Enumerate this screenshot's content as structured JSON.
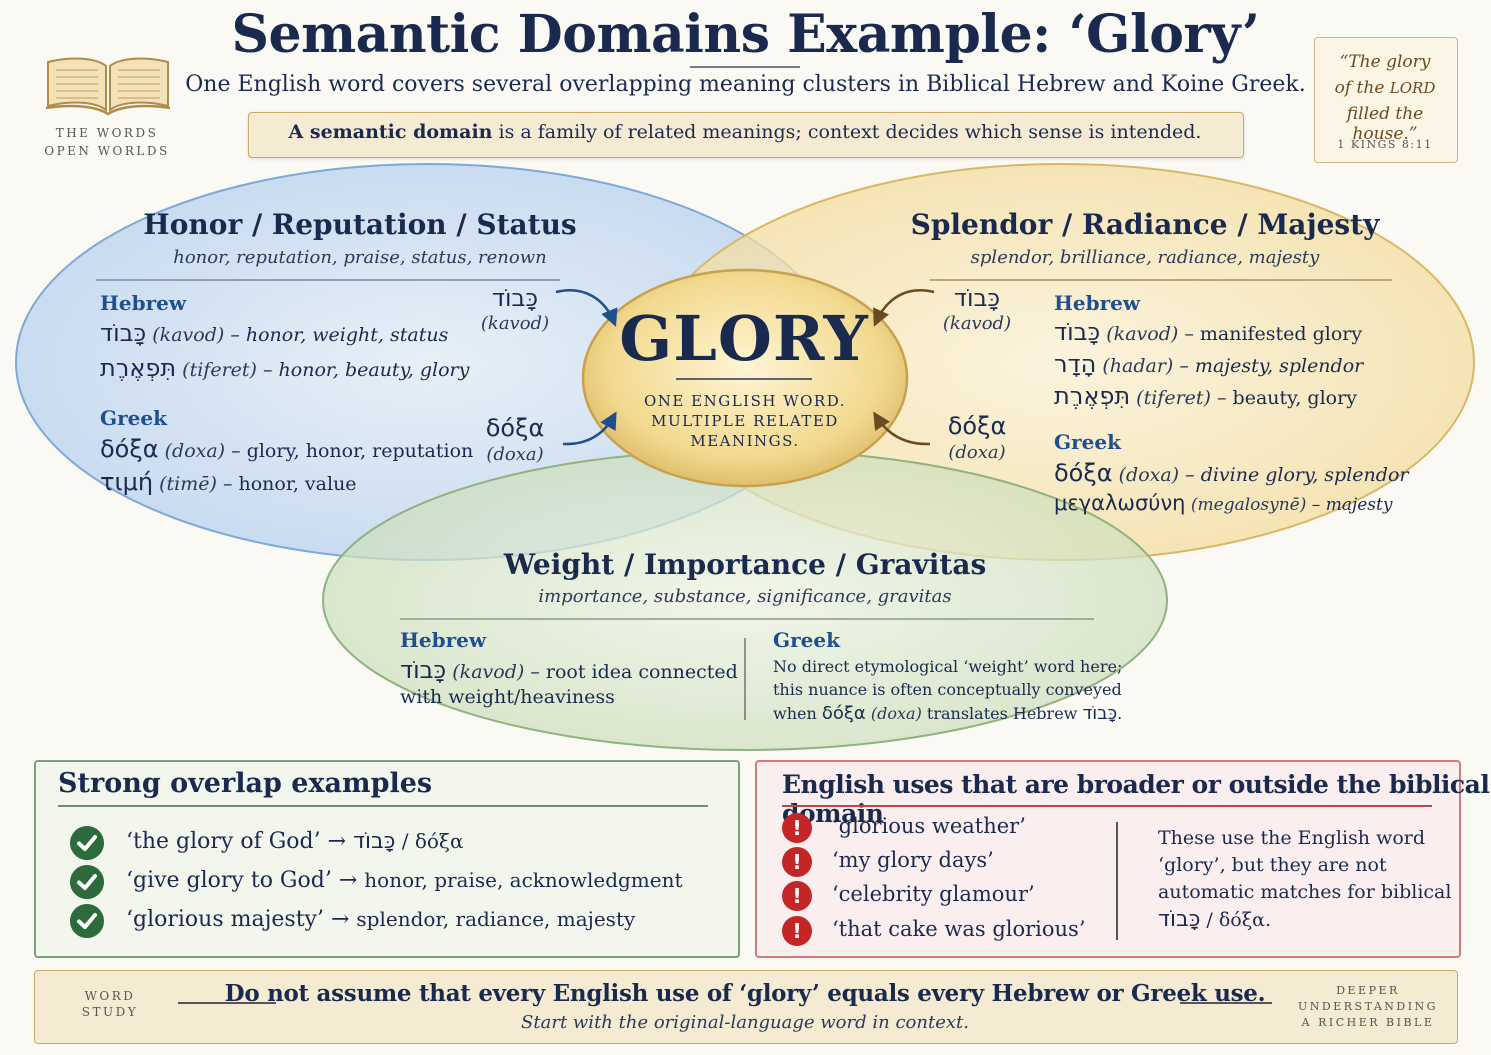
{
  "header": {
    "title": "Semantic Domains Example: ‘Glory’",
    "subtitle": "One English word covers several overlapping meaning clusters in Biblical Hebrew and Koine Greek.",
    "definition_bold": "A semantic domain",
    "definition_rest": " is a family of related meanings; context decides which sense is intended."
  },
  "logo": {
    "line1": "THE WORDS",
    "line2": "OPEN WORLDS",
    "icon": "open-book-icon"
  },
  "quote": {
    "line1": "“The glory",
    "line2a": "of the ",
    "line2b": "LORD",
    "line3": "filled the house.”",
    "ref": "1 KINGS 8:11"
  },
  "center": {
    "word": "GLORY",
    "sub1": "ONE ENGLISH WORD.",
    "sub2": "MULTIPLE RELATED",
    "sub3": "MEANINGS."
  },
  "arrows": {
    "left_top_word": "כָּבוֹד",
    "left_top_tr": "(kavod)",
    "left_bot_word": "δόξα",
    "left_bot_tr": "(doxa)",
    "right_top_word": "כָּבוֹד",
    "right_top_tr": "(kavod)",
    "right_bot_word": "δόξα",
    "right_bot_tr": "(doxa)"
  },
  "honor": {
    "title": "Honor / Reputation / Status",
    "subtitle": "honor, reputation, praise, status, renown",
    "hebrew_label": "Hebrew",
    "greek_label": "Greek",
    "hebrew": [
      {
        "word": "כָּבוֹד",
        "tr": "(kavod)",
        "gloss": " – honor, weight, status"
      },
      {
        "word": "תִּפְאֶרֶת",
        "tr": "(tiferet)",
        "gloss": " – honor, beauty, glory"
      }
    ],
    "greek": [
      {
        "word": "δόξα",
        "tr": "(doxa)",
        "gloss": " – glory, honor, reputation"
      },
      {
        "word": "τιμή",
        "tr": "(timē)",
        "gloss": " – honor, value"
      }
    ]
  },
  "splendor": {
    "title": "Splendor / Radiance / Majesty",
    "subtitle": "splendor, brilliance, radiance, majesty",
    "hebrew_label": "Hebrew",
    "greek_label": "Greek",
    "hebrew": [
      {
        "word": "כָּבוֹד",
        "tr": "(kavod)",
        "gloss": " – manifested glory"
      },
      {
        "word": "הָדָר",
        "tr": "(hadar)",
        "gloss": " – majesty, splendor"
      },
      {
        "word": "תִּפְאֶרֶת",
        "tr": "(tiferet)",
        "gloss": " – beauty, glory"
      }
    ],
    "greek": [
      {
        "word": "δόξα",
        "tr": "(doxa)",
        "gloss": " – divine glory, splendor"
      },
      {
        "word": "μεγαλωσύνη",
        "tr": "(megalosynē)",
        "gloss": " – majesty"
      }
    ]
  },
  "weight": {
    "title": "Weight / Importance / Gravitas",
    "subtitle": "importance, substance, significance, gravitas",
    "hebrew_label": "Hebrew",
    "greek_label": "Greek",
    "hebrew_word": "כָּבוֹד",
    "hebrew_tr": "(kavod)",
    "hebrew_gloss1": " – root idea connected",
    "hebrew_gloss2": "with weight/heaviness",
    "greek_line1": "No direct etymological ‘weight’ word here;",
    "greek_line2": "this nuance is often conceptually conveyed",
    "greek_line3a": "when ",
    "greek_line3_word": "δόξα",
    "greek_line3_tr": " (doxa)",
    "greek_line3b": " translates Hebrew ",
    "greek_line3_heb": "כָּבוֹד",
    "greek_line3c": "."
  },
  "overlap": {
    "title": "Strong overlap examples",
    "rows": [
      {
        "phrase": "‘the glory of God’",
        "arrow": " → ",
        "target_heb": "כָּבוֹד",
        "target_rest": " / δόξα"
      },
      {
        "phrase": "‘give glory to God’",
        "arrow": " → ",
        "target_heb": "",
        "target_rest": "honor, praise, acknowledgment"
      },
      {
        "phrase": "‘glorious majesty’",
        "arrow": "  → ",
        "target_heb": "",
        "target_rest": "splendor, radiance, majesty"
      }
    ]
  },
  "english": {
    "title": "English uses that are broader or outside the biblical domain",
    "rows": [
      "‘glorious weather’",
      "‘my glory days’",
      "‘celebrity glamour’",
      "‘that cake was glorious’"
    ],
    "note1": "These use the English word",
    "note2": "‘glory’, but they are not",
    "note3": "automatic matches for biblical",
    "note4_heb": "כָּבוֹד",
    "note4_rest": " / δόξα."
  },
  "footer": {
    "left1": "WORD",
    "left2": "STUDY",
    "main": "Do not assume that every English use of ‘glory’ equals every Hebrew or Greek use.",
    "sub": "Start with the original-language word in context.",
    "right1": "DEEPER",
    "right2": "UNDERSTANDING",
    "right3": "A RICHER BIBLE"
  },
  "colors": {
    "navy": "#1a2a4f",
    "honor_blue": "#9cbfe3",
    "splendor_gold": "#f0d48a",
    "weight_green": "#b9d3a8",
    "check_green": "#2e6b3c",
    "alert_red": "#c32626"
  }
}
